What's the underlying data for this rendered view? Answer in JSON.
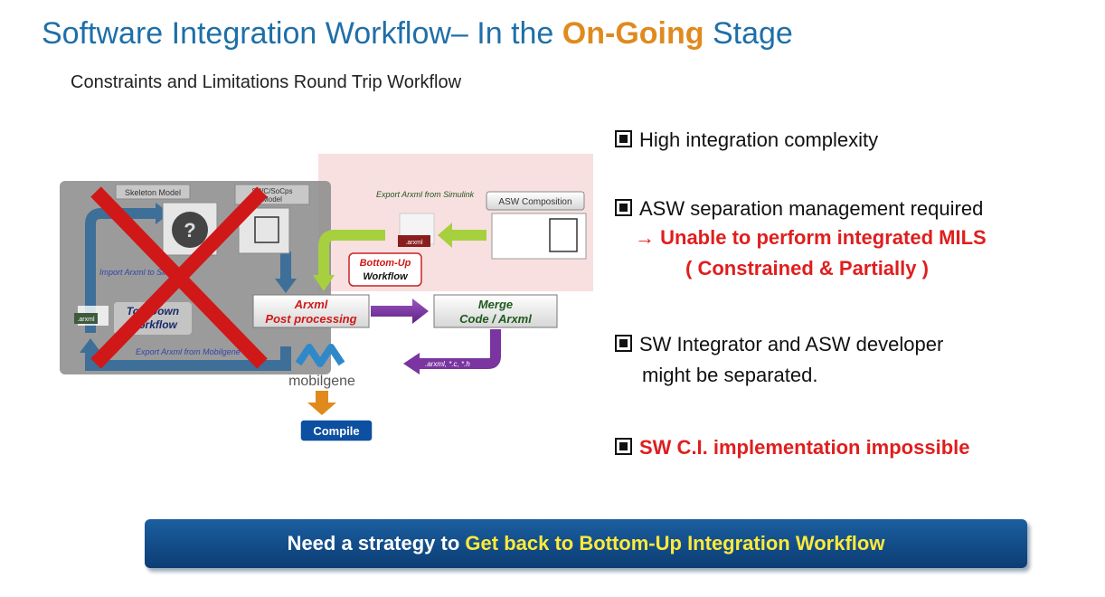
{
  "header": {
    "title_part1": "Software Integration Workflow– In the ",
    "title_highlight": "On-Going",
    "title_part2": " Stage",
    "subtitle": "Constraints and Limitations Round Trip  Workflow"
  },
  "diagram": {
    "skeleton_model": "Skeleton Model",
    "swc_model_line1": "SWC/SoCps",
    "swc_model_line2": "Model",
    "import_label": "Import Arxml to Simulink",
    "topdown_line1": "Top-Down",
    "topdown_line2": "Workflow",
    "arxml_file": ".arxml",
    "export_mobilgene": "Export Arxml from Mobilgene",
    "export_simulink": "Export Arxml from Simulink",
    "asw_composition": "ASW Composition",
    "bottomup_line1": "Bottom-Up",
    "bottomup_line2": "Workflow",
    "arxml_post_line1": "Arxml",
    "arxml_post_line2": "Post processing",
    "merge_line1": "Merge",
    "merge_line2": "Code / Arxml",
    "output_files": ".arxml, *.c, *.h",
    "mobilgene": "mobilgene",
    "compile": "Compile",
    "question_mark": "?"
  },
  "bullets": {
    "b1": "High integration complexity",
    "b2": "ASW separation management required",
    "b2_red1": "→ Unable to perform integrated MILS",
    "b2_red2": "( Constrained & Partially )",
    "b3_line1": "SW Integrator and ASW developer",
    "b3_line2": "might be separated.",
    "b4": "SW C.I. implementation impossible"
  },
  "banner": {
    "prefix": "Need a strategy to ",
    "highlight": "Get back to Bottom-Up Integration Workflow"
  },
  "colors": {
    "title_blue": "#1e6fa8",
    "highlight_orange": "#e08a1e",
    "alert_red": "#e01e1e",
    "banner_blue": "#0c3d74",
    "banner_yellow": "#ffea3a",
    "workflow_purple": "#7a35a0",
    "workflow_green": "#9ccc3a"
  }
}
